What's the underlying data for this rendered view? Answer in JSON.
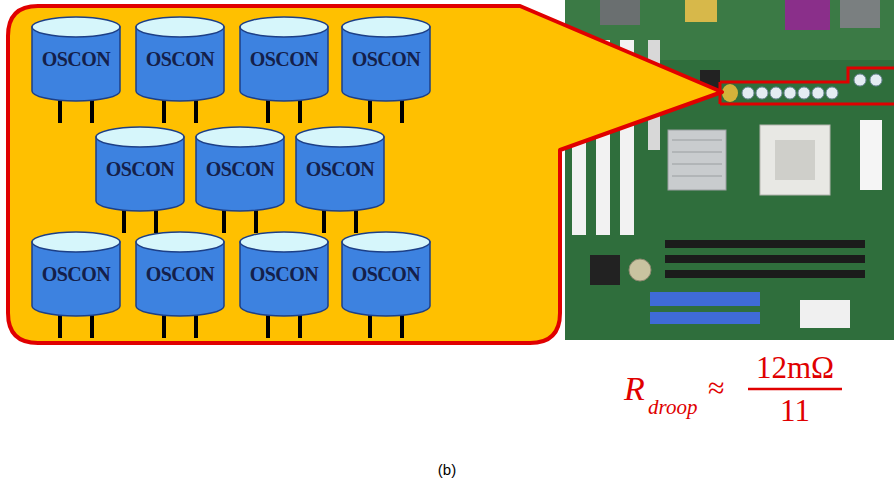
{
  "diagram": {
    "nodes": [
      {
        "text": [
          "OSCON"
        ]
      },
      {
        "text": [
          "OSCON"
        ]
      },
      {
        "text": [
          "OSCON"
        ]
      },
      {
        "text": [
          "OSCON"
        ]
      },
      {
        "text": [
          "OSCON"
        ]
      },
      {
        "text": [
          "OSCON"
        ]
      },
      {
        "text": [
          "OSCON"
        ]
      },
      {
        "text": [
          "OSCON"
        ]
      },
      {
        "text": [
          "OSCON"
        ]
      },
      {
        "text": [
          "OSCON"
        ]
      },
      {
        "text": [
          "OSCON"
        ]
      }
    ],
    "labels": [
      "R",
      "droop",
      "≈",
      "12mΩ",
      "11",
      "(b)"
    ]
  }
}
